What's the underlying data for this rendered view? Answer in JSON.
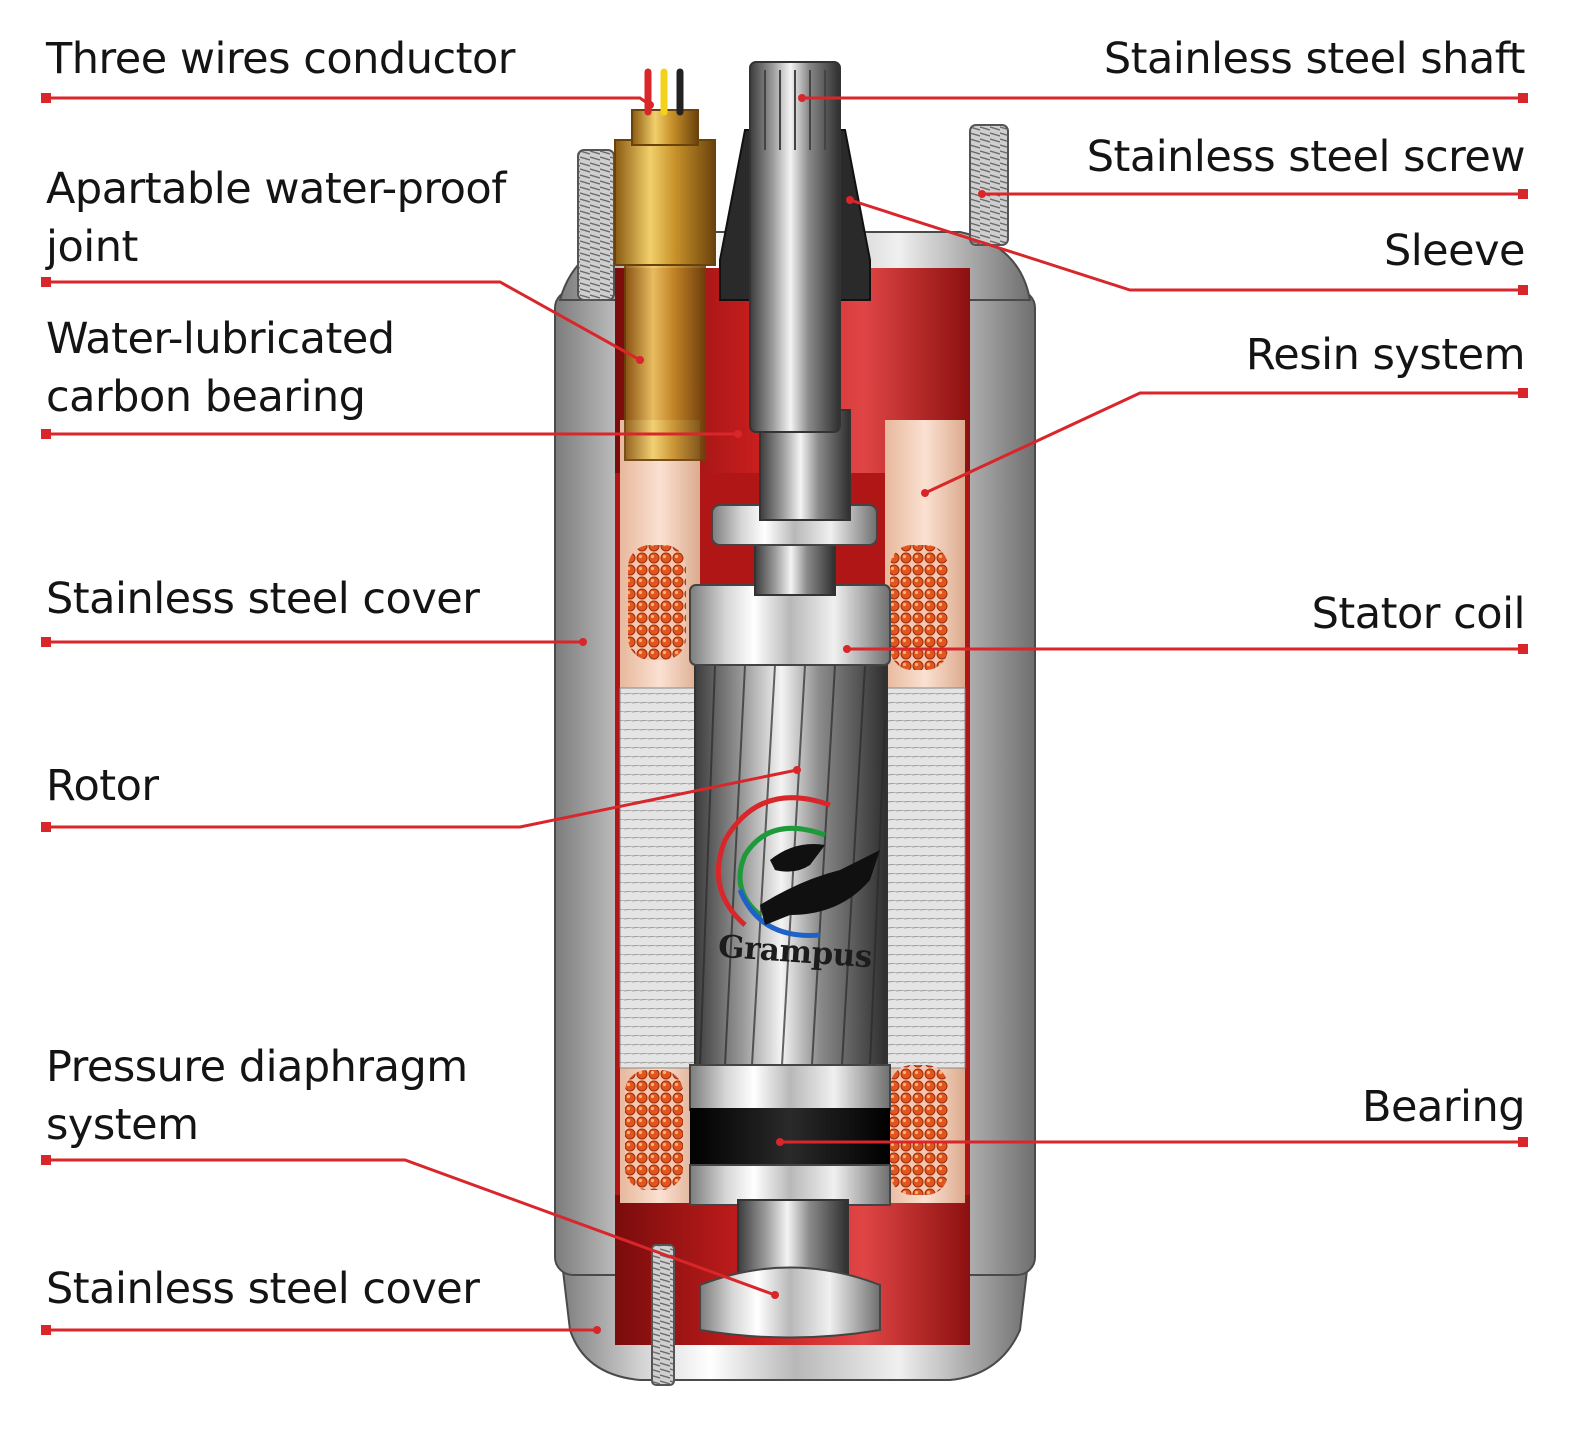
{
  "diagram": {
    "accent_color": "#d8262a",
    "labels": {
      "three_wires_conductor": "Three wires conductor",
      "waterproof_joint_line1": "Apartable water-proof",
      "waterproof_joint_line2": "joint",
      "carbon_bearing_line1": "Water-lubricated",
      "carbon_bearing_line2": "carbon bearing",
      "steel_cover_upper": "Stainless steel cover",
      "rotor": "Rotor",
      "pressure_diaphragm_line1": "Pressure diaphragm",
      "pressure_diaphragm_line2": "system",
      "steel_cover_lower": "Stainless steel cover",
      "steel_shaft": "Stainless steel shaft",
      "steel_screw": "Stainless steel screw",
      "sleeve": "Sleeve",
      "resin_system": "Resin system",
      "stator_coil": "Stator coil",
      "bearing": "Bearing"
    },
    "logo": {
      "brand": "Grampus",
      "icon": "orca-whale-logo-icon",
      "arc_colors": [
        "#d8262a",
        "#1e9a3a",
        "#1e62c8"
      ]
    },
    "icons": {
      "motor": "submersible-motor-cutaway-icon",
      "leader_end": "square-terminal-icon"
    }
  }
}
